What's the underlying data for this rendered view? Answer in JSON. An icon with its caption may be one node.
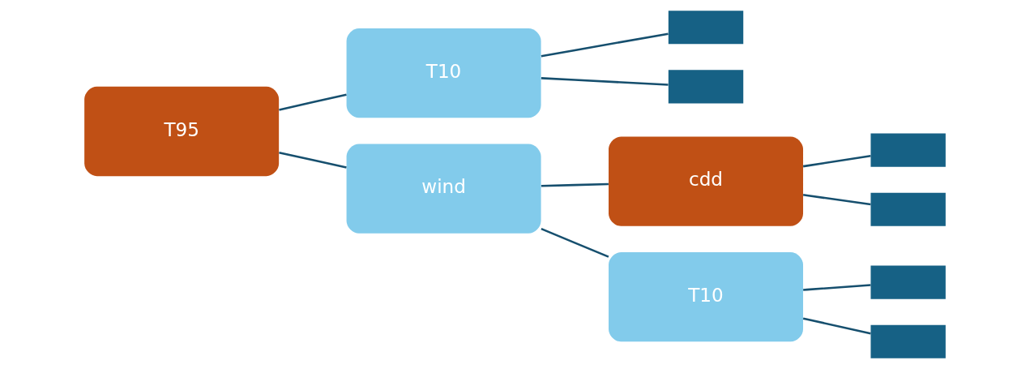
{
  "diagram": {
    "nodes": [
      {
        "text": [
          "T95"
        ]
      },
      {
        "text": [
          "T10"
        ]
      },
      {
        "text": [
          "wind"
        ]
      },
      {
        "text": [
          "cdd"
        ]
      },
      {
        "text": [
          "T10"
        ]
      },
      {
        "text": [],
        "shape": "box"
      },
      {
        "text": [],
        "shape": "box"
      },
      {
        "text": [],
        "shape": "box"
      },
      {
        "text": [],
        "shape": "box"
      },
      {
        "text": [],
        "shape": "box"
      },
      {
        "text": [],
        "shape": "box"
      }
    ],
    "edges": [
      {
        "from": 0,
        "to": 1,
        "arrow": "none"
      },
      {
        "from": 0,
        "to": 2,
        "arrow": "none"
      },
      {
        "from": 1,
        "to": 5,
        "arrow": "none"
      },
      {
        "from": 1,
        "to": 6,
        "arrow": "none"
      },
      {
        "from": 2,
        "to": 3,
        "arrow": "none"
      },
      {
        "from": 2,
        "to": 4,
        "arrow": "none"
      },
      {
        "from": 3,
        "to": 7,
        "arrow": "none"
      },
      {
        "from": 3,
        "to": 8,
        "arrow": "none"
      },
      {
        "from": 4,
        "to": 9,
        "arrow": "none"
      },
      {
        "from": 4,
        "to": 10,
        "arrow": "none"
      }
    ]
  }
}
